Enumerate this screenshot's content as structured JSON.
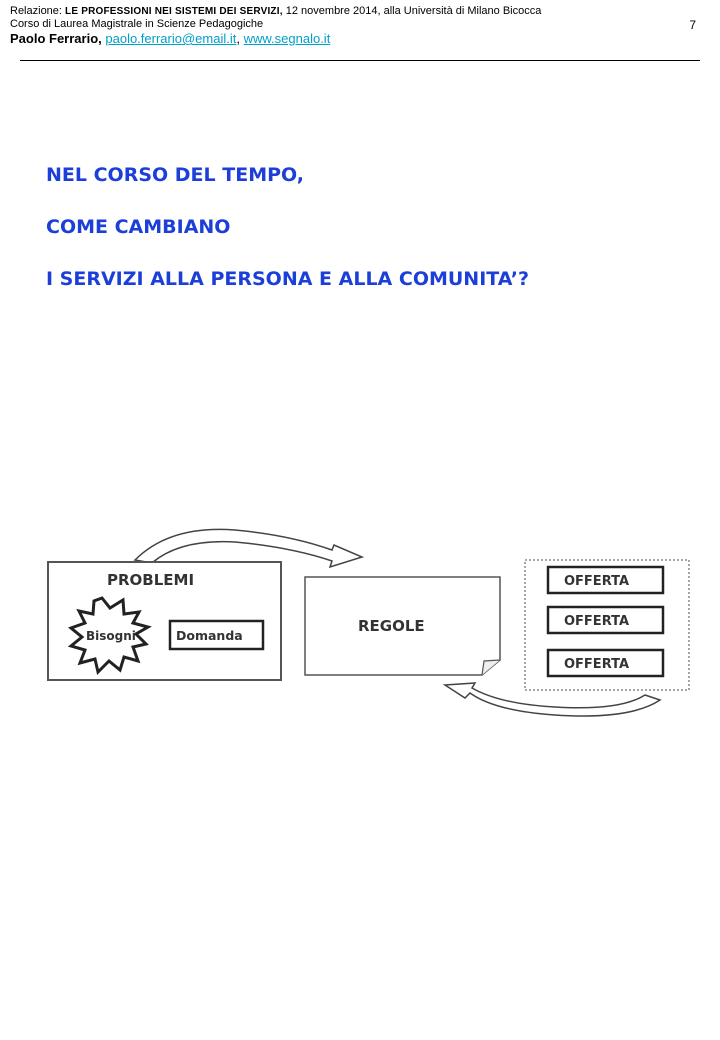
{
  "header": {
    "line1_prefix": "Relazione: ",
    "line1_title": "LE PROFESSIONI  NEI  SISTEMI DEI SERVIZI,",
    "line1_rest": " 12 novembre 2014, alla Università di Milano Bicocca",
    "line2": "Corso di Laurea Magistrale in Scienze Pedagogiche",
    "author": "Paolo Ferrario,",
    "email": "paolo.ferrario@email.it",
    "separator": ", ",
    "website": "www.segnalo.it",
    "page_number": "7"
  },
  "headings": [
    "NEL CORSO DEL TEMPO,",
    "COME CAMBIANO",
    "I SERVIZI ALLA PERSONA E ALLA COMUNITA’?"
  ],
  "diagram": {
    "problemi": "PROBLEMI",
    "bisogni": "Bisogni",
    "domanda": "Domanda",
    "regole": "REGOLE",
    "offerte": [
      "OFFERTA",
      "OFFERTA",
      "OFFERTA"
    ]
  }
}
